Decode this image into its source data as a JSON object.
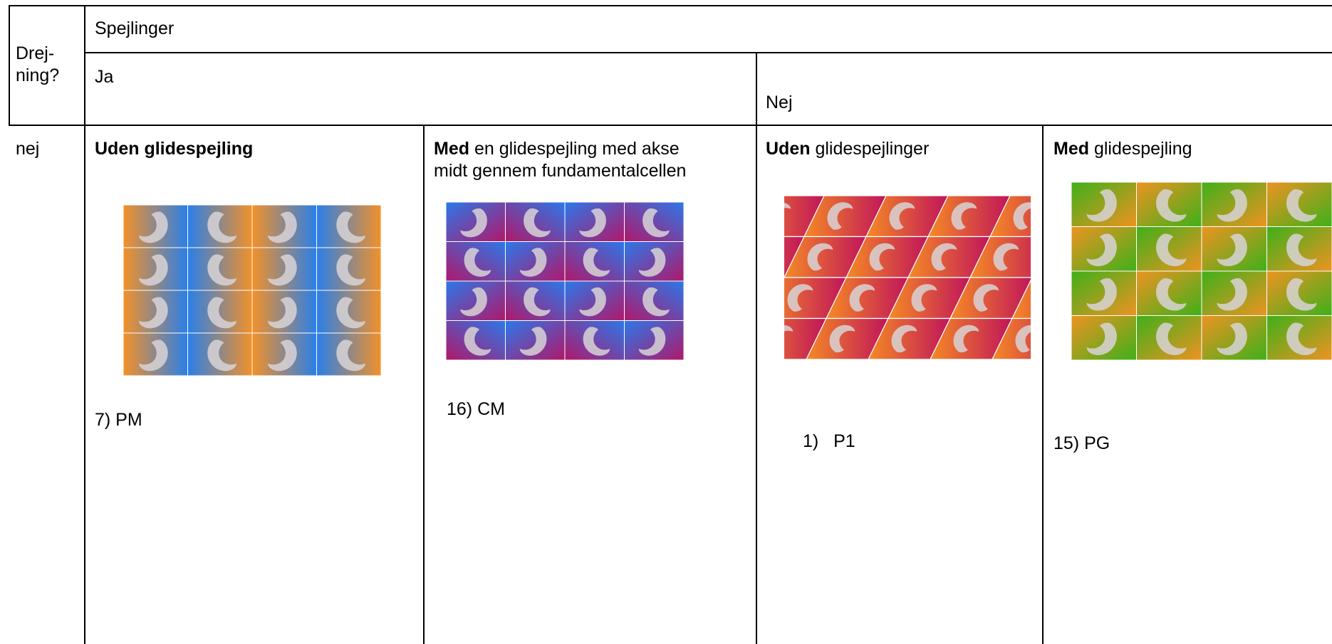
{
  "header": {
    "drejning_line1": "Drej-",
    "drejning_line2": "ning?",
    "spejlinger": "Spejlinger",
    "ja": "Ja",
    "nej": "Nej"
  },
  "row": {
    "drejning_value": "nej"
  },
  "cells": {
    "pm": {
      "title_bold": "Uden glidespejling",
      "label": "7) PM"
    },
    "cm": {
      "title_bold": "Med",
      "title_rest": " en glidespejling med akse",
      "title_line2": "midt gennem fundamentalcellen",
      "label": "16) CM"
    },
    "p1": {
      "title_bold": "Uden",
      "title_rest": " glidespejlinger",
      "label": "1)   P1"
    },
    "pg": {
      "title_bold": "Med",
      "title_rest": " glidespejling",
      "label": "15) PG"
    }
  },
  "colors": {
    "pm_orange": "#f39129",
    "pm_blue": "#2a7fe8",
    "cm_blue": "#2b78ea",
    "cm_magenta": "#b0186a",
    "p1_orange": "#f58a25",
    "p1_crimson": "#c0145a",
    "pg_green": "#3eb01a",
    "pg_orange": "#ee9322",
    "motif": "#d8d3d6"
  }
}
